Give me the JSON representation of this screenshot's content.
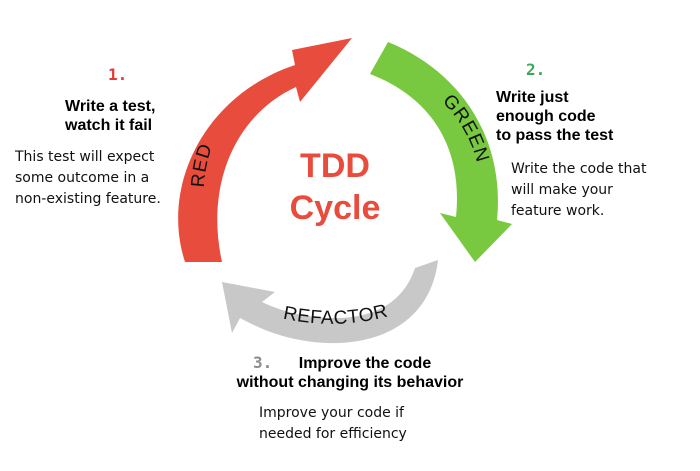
{
  "colors": {
    "red": "#e84c3d",
    "green": "#78c840",
    "gray": "#c8c8c8",
    "center_text": "#e84c3d",
    "num_red": "#e53935",
    "num_green": "#3aa85a",
    "num_gray": "#8c8c8c"
  },
  "center": {
    "line1": "TDD",
    "line2": "Cycle"
  },
  "arrows": {
    "red_label": "RED",
    "green_label": "GREEN",
    "refactor_label": "REFACTOR"
  },
  "steps": [
    {
      "number": "1.",
      "title_lines": [
        "Write a test,",
        "watch it fail"
      ],
      "desc_lines": [
        "This test will expect",
        "some outcome in a",
        "non-existing feature."
      ]
    },
    {
      "number": "2.",
      "title_lines": [
        "Write just",
        "enough code",
        "to pass the test"
      ],
      "desc_lines": [
        "Write the code that",
        "will make your",
        "feature work."
      ]
    },
    {
      "number": "3.",
      "title_lines": [
        "Improve the code",
        "without changing its behavior"
      ],
      "desc_lines": [
        "Improve your code if",
        "needed for efficiency"
      ]
    }
  ]
}
